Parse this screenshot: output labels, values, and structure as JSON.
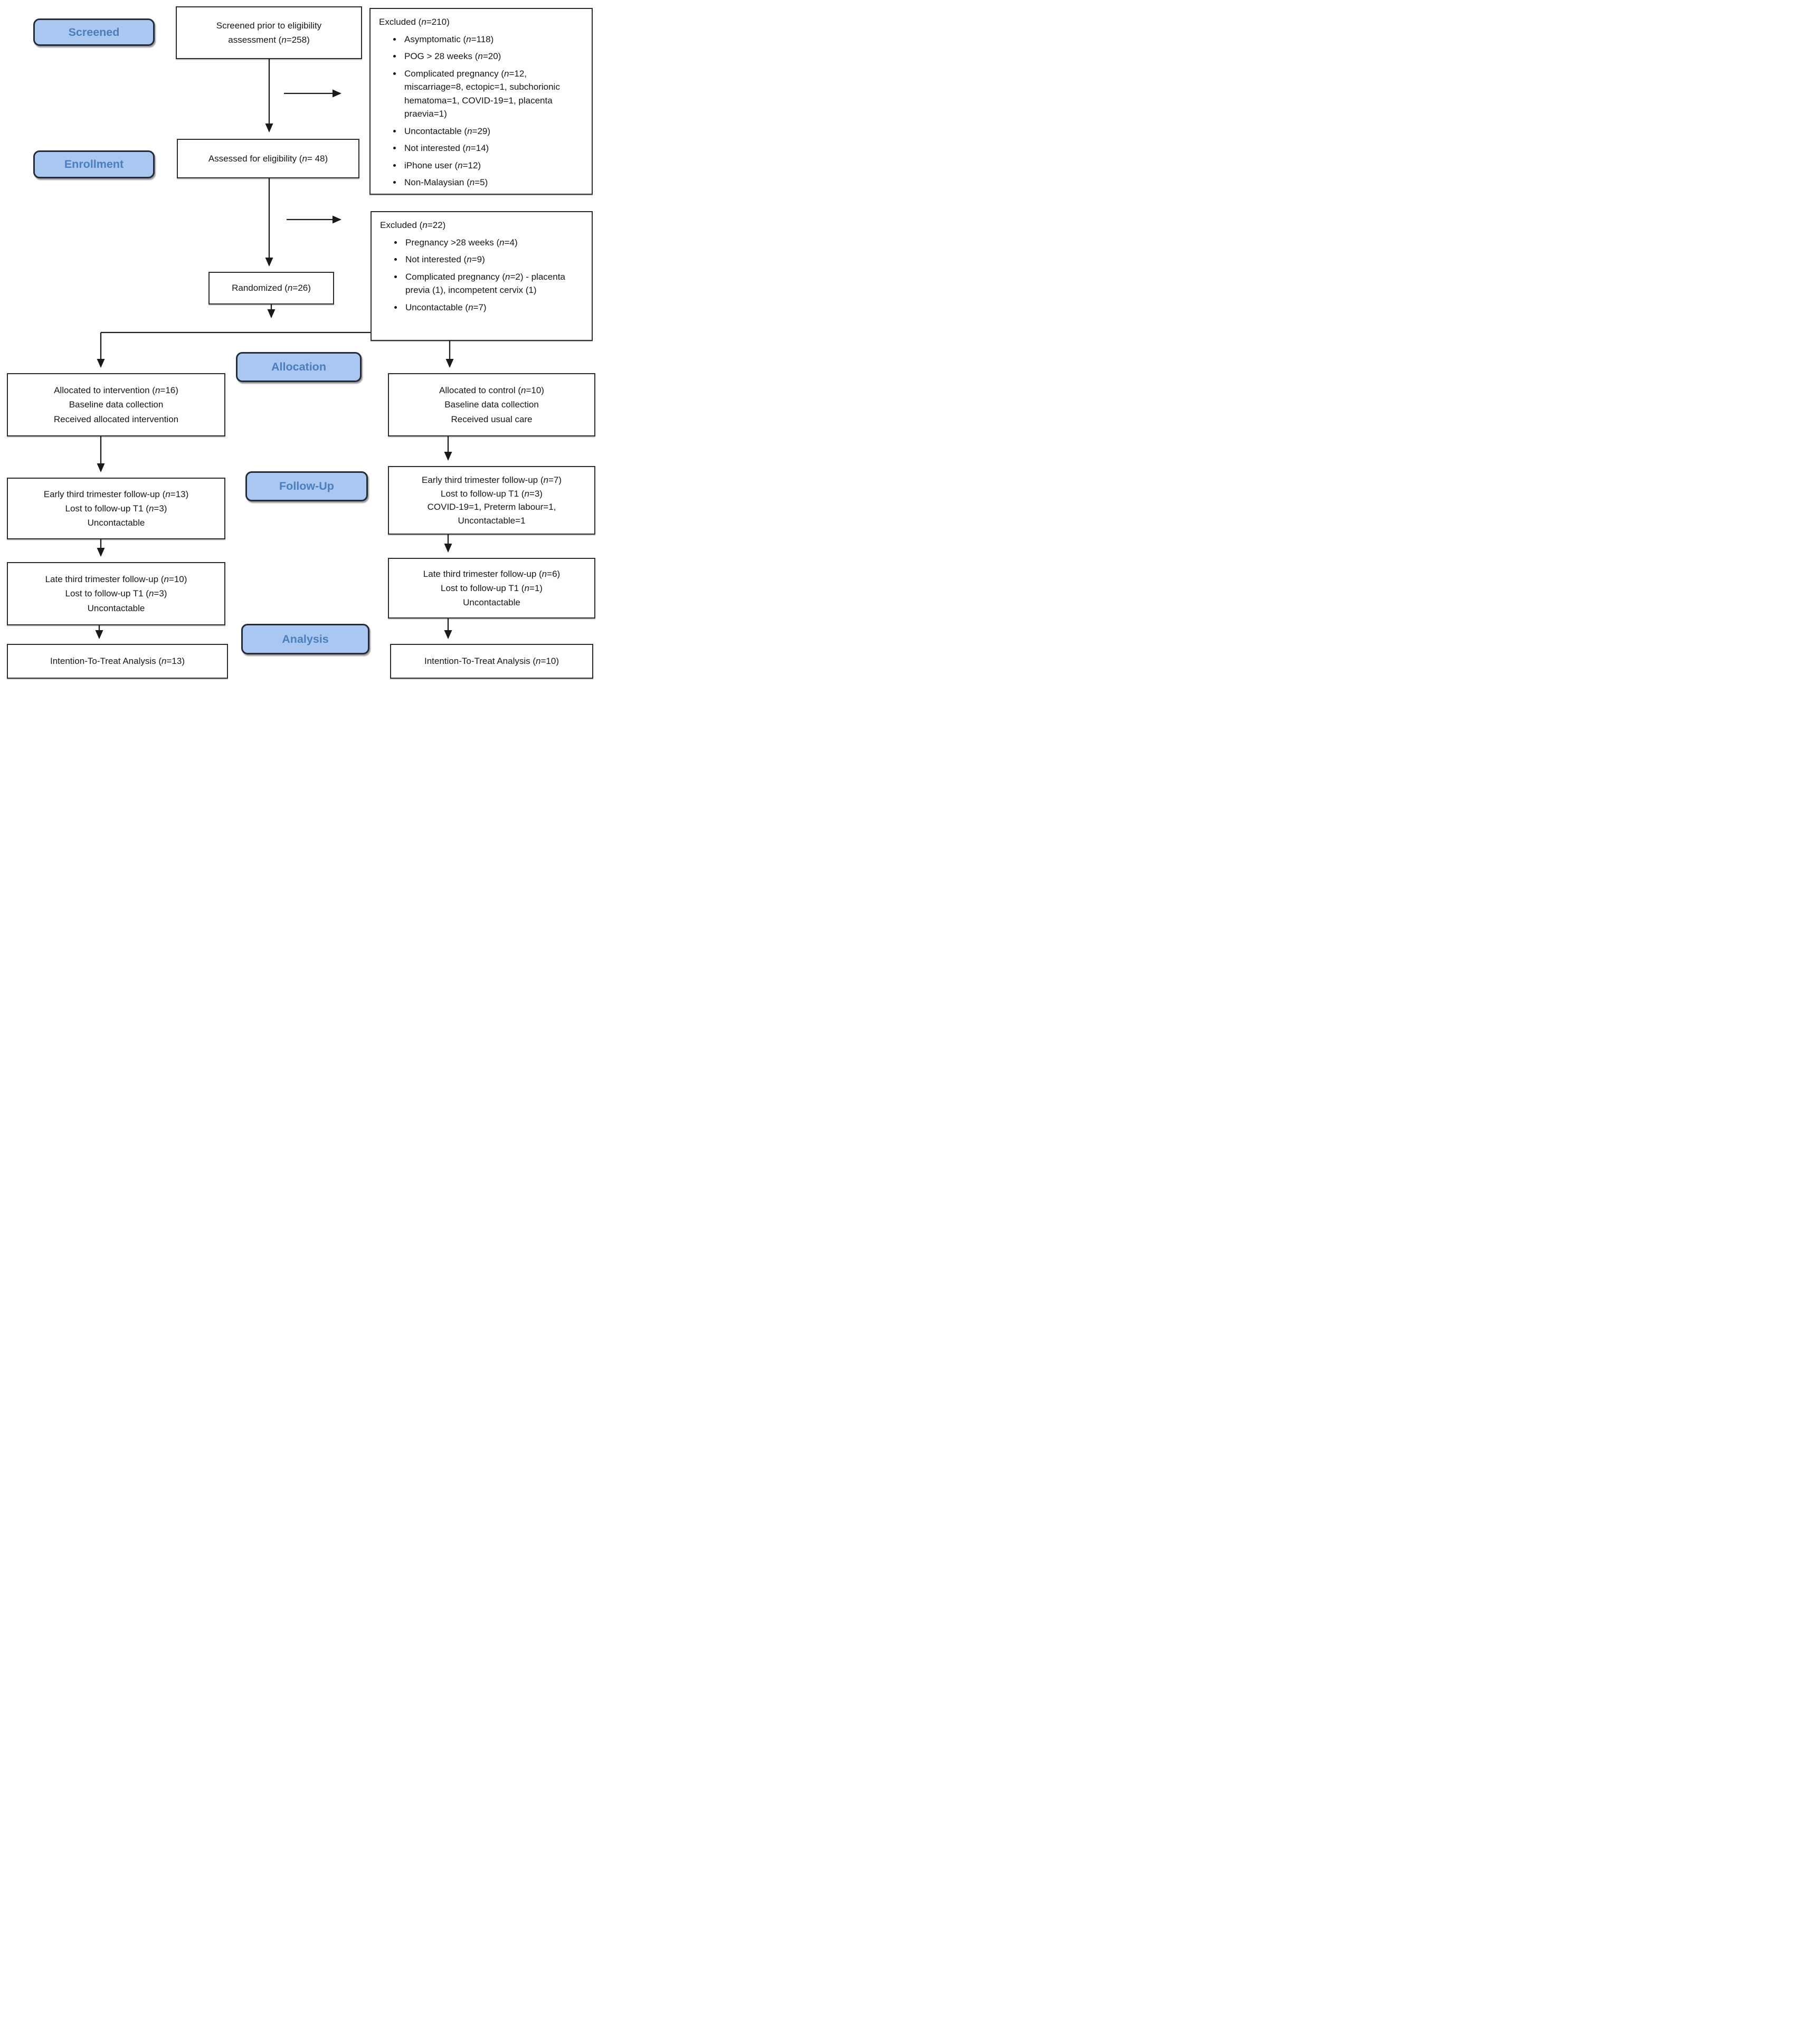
{
  "colors": {
    "label_fill": "#a9c7f0",
    "label_text": "#4b7ebd",
    "label_border": "#232b38",
    "box_border": "#2b2b2b",
    "text": "#161616",
    "arrow": "#1a1a1a",
    "background": "#ffffff"
  },
  "stage_labels": {
    "screened": "Screened",
    "enrollment": "Enrollment",
    "allocation": "Allocation",
    "follow_up": "Follow-Up",
    "analysis": "Analysis"
  },
  "boxes": {
    "screened_prior": {
      "lines": [
        "Screened prior to eligibility",
        "assessment (n=258)"
      ]
    },
    "excluded_screening": {
      "title": "Excluded (n=210)",
      "items": [
        "Asymptomatic (n=118)",
        "POG > 28 weeks (n=20)",
        "Complicated pregnancy (n=12, miscarriage=8, ectopic=1, subchorionic hematoma=1, COVID-19=1, placenta praevia=1)",
        "Uncontactable (n=29)",
        "Not interested (n=14)",
        "iPhone user (n=12)",
        "Non-Malaysian (n=5)"
      ]
    },
    "assessed": {
      "text": "Assessed for eligibility (n= 48)"
    },
    "excluded_eligibility": {
      "title": "Excluded (n=22)",
      "items": [
        "Pregnancy >28 weeks (n=4)",
        "Not interested (n=9)",
        "Complicated pregnancy (n=2) - placenta previa (1), incompetent cervix (1)",
        "Uncontactable (n=7)"
      ]
    },
    "randomized": {
      "text": "Randomized (n=26)"
    },
    "allocated_intervention": {
      "lines": [
        "Allocated to intervention (n=16)",
        "Baseline data collection",
        "Received allocated intervention"
      ]
    },
    "allocated_control": {
      "lines": [
        "Allocated to control (n=10)",
        "Baseline data collection",
        "Received usual care"
      ]
    },
    "followup_intervention": {
      "lines": [
        "Early third trimester follow-up (n=13)",
        "Lost to follow-up T1 (n=3)",
        "Uncontactable"
      ]
    },
    "followup_control": {
      "lines": [
        "Early third trimester follow-up (n=7)",
        "Lost to follow-up T1 (n=3)",
        "COVID-19=1, Preterm labour=1,",
        "Uncontactable=1"
      ]
    },
    "late_intervention": {
      "lines": [
        "Late third trimester follow-up (n=10)",
        "Lost to follow-up T1 (n=3)",
        "Uncontactable"
      ]
    },
    "late_control": {
      "lines": [
        "Late third trimester follow-up (n=6)",
        "Lost to follow-up T1 (n=1)",
        "Uncontactable"
      ]
    },
    "itt_intervention": {
      "text": "Intention-To-Treat Analysis (n=13)"
    },
    "itt_control": {
      "text": "Intention-To-Treat Analysis (n=10)"
    }
  }
}
